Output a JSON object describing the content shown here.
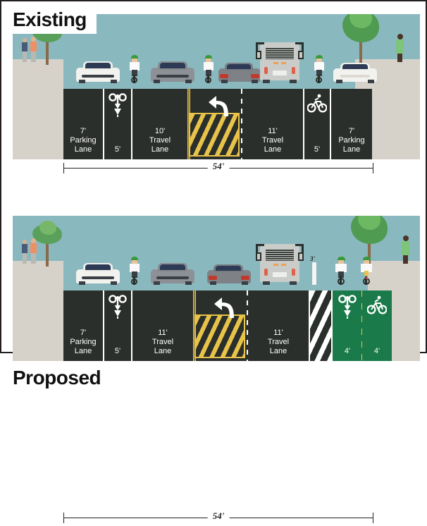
{
  "document": {
    "kind": "street-cross-section-comparison",
    "background": "#ffffff",
    "border_color": "#231f20"
  },
  "palette": {
    "sky": "#8ab8bf",
    "sidewalk": "#d6d2ca",
    "pavement": "#2b2f2b",
    "cycle_track_green": "#1a7a4a",
    "lane_marking_white": "#ffffff",
    "center_line_yellow": "#e8c34a",
    "title_text": "#111111",
    "tree_green": "#5aa05a",
    "helmet_green": "#3a9a3a"
  },
  "panels": [
    {
      "id": "existing",
      "title": "Existing",
      "total_width_label": "54'",
      "lanes": [
        {
          "name": "parking-lane-left",
          "width_label": "7'",
          "name_line1": "Parking",
          "name_line2": "Lane",
          "px": 58,
          "type": "parking"
        },
        {
          "name": "bike-lane-left",
          "width_label": "5'",
          "name_line1": "",
          "name_line2": "",
          "px": 40,
          "type": "bike",
          "symbol": "sharrow-icon"
        },
        {
          "name": "travel-lane-left",
          "width_label": "10'",
          "name_line1": "Travel",
          "name_line2": "Lane",
          "px": 78,
          "type": "travel"
        },
        {
          "name": "center-turn-lane",
          "width_label": "",
          "name_line1": "",
          "name_line2": "",
          "px": 78,
          "type": "turn",
          "symbol": "left-turn-arrow-icon"
        },
        {
          "name": "travel-lane-right",
          "width_label": "11'",
          "name_line1": "Travel",
          "name_line2": "Lane",
          "px": 86,
          "type": "travel"
        },
        {
          "name": "bike-lane-right",
          "width_label": "5'",
          "name_line1": "",
          "name_line2": "",
          "px": 40,
          "type": "bike",
          "symbol": "bicycle-icon"
        },
        {
          "name": "parking-lane-right",
          "width_label": "7'",
          "name_line1": "Parking",
          "name_line2": "Lane",
          "px": 58,
          "type": "parking"
        }
      ],
      "vehicles": [
        "parked-car-white",
        "cyclist",
        "car-grey",
        "cyclist",
        "car-dark-red",
        "bus",
        "cyclist",
        "parked-car-white"
      ],
      "people": [
        "pedestrian-pair-left",
        "pedestrian-right"
      ],
      "trees": 2
    },
    {
      "id": "proposed",
      "title": "Proposed",
      "total_width_label": "54'",
      "post_offset_label": "3'",
      "lanes": [
        {
          "name": "parking-lane-left",
          "width_label": "7'",
          "name_line1": "Parking",
          "name_line2": "Lane",
          "px": 58,
          "type": "parking"
        },
        {
          "name": "bike-lane-left",
          "width_label": "5'",
          "name_line1": "",
          "name_line2": "",
          "px": 40,
          "type": "bike",
          "symbol": "sharrow-icon"
        },
        {
          "name": "travel-lane-left",
          "width_label": "11'",
          "name_line1": "Travel",
          "name_line2": "Lane",
          "px": 86,
          "type": "travel"
        },
        {
          "name": "center-turn-lane",
          "width_label": "",
          "name_line1": "",
          "name_line2": "",
          "px": 78,
          "type": "turn",
          "symbol": "left-turn-arrow-icon"
        },
        {
          "name": "travel-lane-right",
          "width_label": "11'",
          "name_line1": "Travel",
          "name_line2": "Lane",
          "px": 86,
          "type": "travel"
        },
        {
          "name": "buffer-striped",
          "width_label": "",
          "name_line1": "",
          "name_line2": "",
          "px": 34,
          "type": "buffer"
        },
        {
          "name": "cycle-track-inbound",
          "width_label": "4'",
          "name_line1": "",
          "name_line2": "",
          "px": 42,
          "type": "cycletrack",
          "symbol": "sharrow-icon"
        },
        {
          "name": "cycle-track-outbound",
          "width_label": "4'",
          "name_line1": "",
          "name_line2": "",
          "px": 42,
          "type": "cycletrack",
          "symbol": "bicycle-icon"
        }
      ],
      "vehicles": [
        "parked-car-white",
        "cyclist",
        "car-grey",
        "car-dark-red",
        "bus",
        "cyclist",
        "cyclist"
      ],
      "people": [
        "pedestrian-pair-left",
        "pedestrian-right"
      ],
      "trees": 2
    }
  ]
}
